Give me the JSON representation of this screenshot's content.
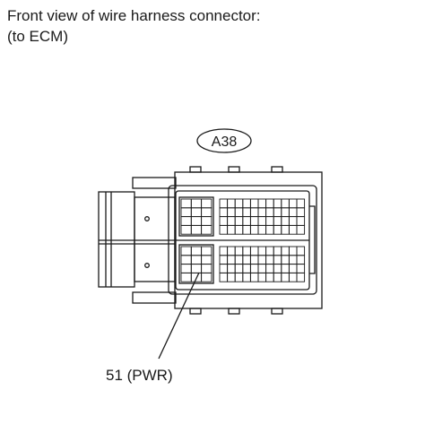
{
  "caption": {
    "line1": "Front view of wire harness connector:",
    "line2": "(to ECM)"
  },
  "connector": {
    "id": "A38"
  },
  "callout": {
    "label": "51 (PWR)"
  },
  "colors": {
    "line": "#1a1a1a",
    "background": "#ffffff"
  }
}
